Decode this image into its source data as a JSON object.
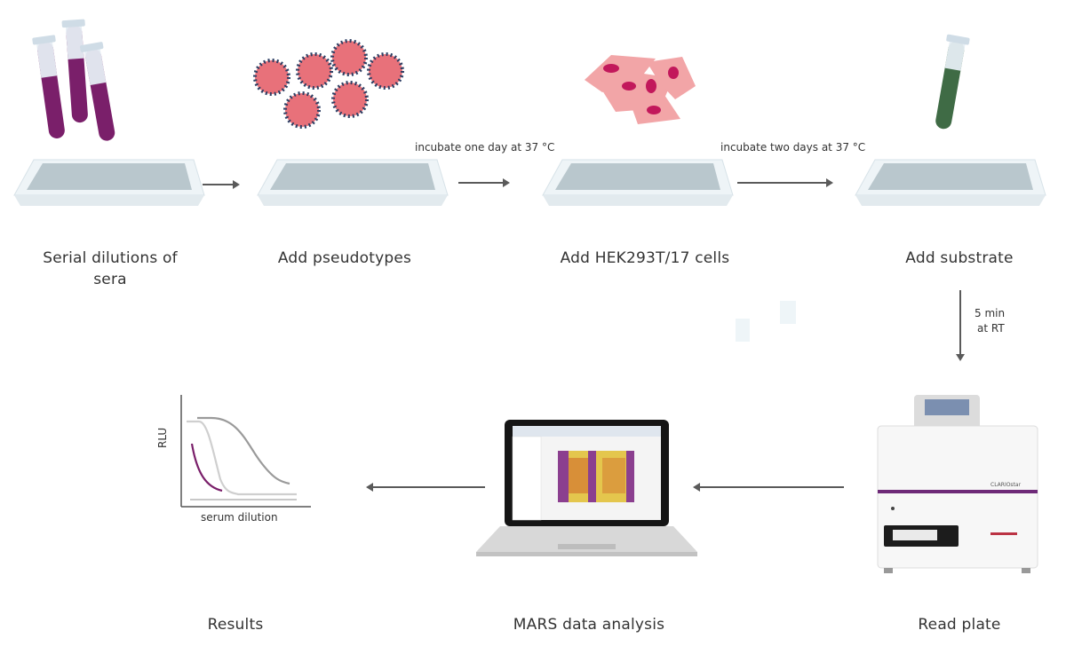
{
  "steps": {
    "serial": "Serial dilutions of sera",
    "pseudotypes": "Add pseudotypes",
    "cells": "Add HEK293T/17 cells",
    "substrate": "Add substrate",
    "read": "Read plate",
    "analysis": "MARS data analysis",
    "results": "Results"
  },
  "transitions": {
    "incubate_one": "incubate one day at 37 °C",
    "incubate_two": "incubate two days at 37 °C",
    "wait_line1": "5 min",
    "wait_line2": "at RT"
  },
  "chart": {
    "ylabel": "RLU",
    "xlabel": "serum dilution"
  },
  "colors": {
    "arrow": "#5a5a5a",
    "plate": "#c9d6db",
    "sera_tube": "#7a1f6a",
    "pseudotype": "#e8717a",
    "spike": "#2d3e63",
    "cell": "#f2a5a7",
    "nucleus": "#c2185b",
    "substrate": "#3f6b45",
    "curve_purple": "#7a1f6a",
    "curve_gray": "#9a9a9a",
    "curve_light": "#cfcfcf"
  }
}
